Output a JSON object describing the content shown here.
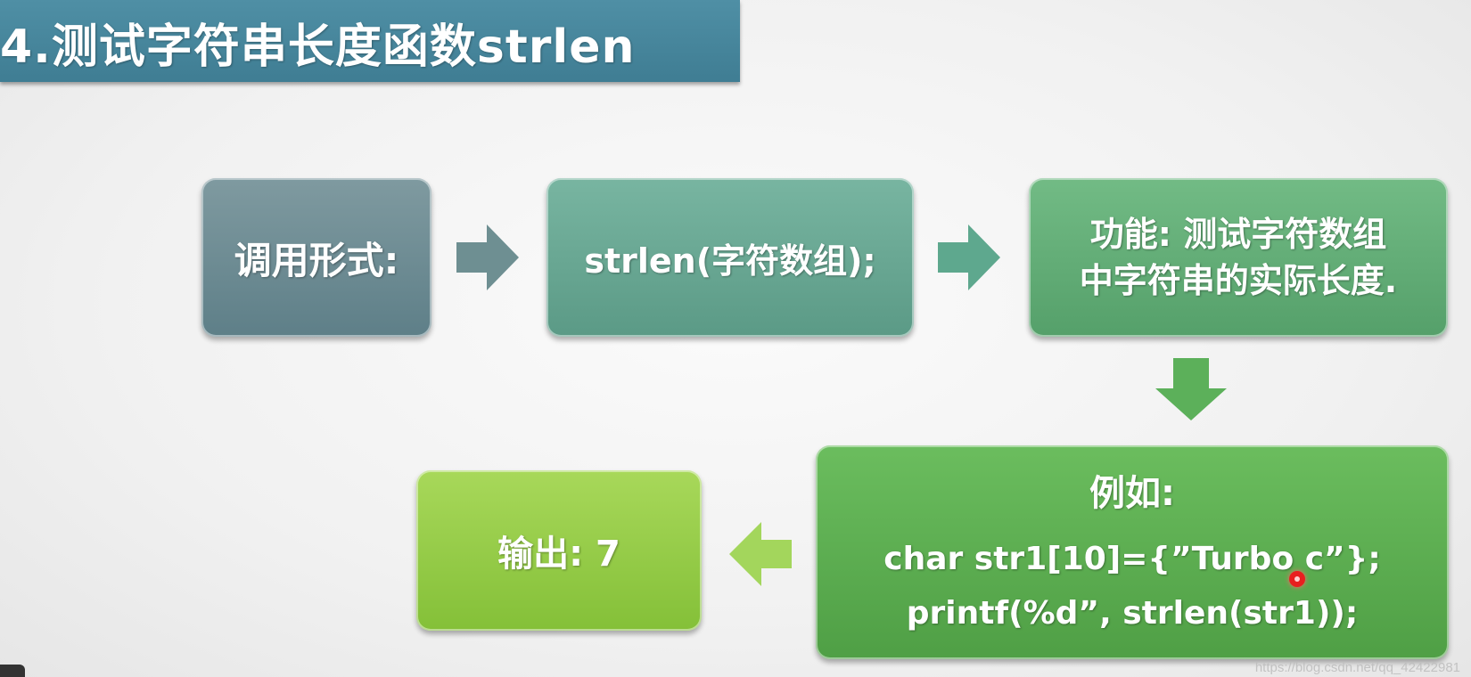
{
  "title": "4.测试字符串长度函数strlen",
  "boxes": {
    "form_label": "调用形式:",
    "form_code": "strlen(字符数组);",
    "function_line1": "功能: 测试字符数组",
    "function_line2": "中字符串的实际长度.",
    "example_label": "例如:",
    "example_line1": "char str1[10]={”Turbo c”};",
    "example_line2": "printf(%d”, strlen(str1));",
    "output": "输出: 7"
  },
  "watermark": "https://blog.csdn.net/qq_42422981",
  "colors": {
    "title_bar": "#4a8aa0",
    "box1": "#6f8d95",
    "box2": "#6aa894",
    "box3": "#62ad77",
    "box4": "#5aae50",
    "box5": "#96cc48",
    "arrow_right_1": "#6e8f92",
    "arrow_right_2": "#5ea88e",
    "arrow_down": "#5cb05a",
    "arrow_left": "#a3d65c"
  },
  "icons": [
    "arrow-right-icon",
    "arrow-right-icon",
    "arrow-down-icon",
    "arrow-left-icon"
  ]
}
